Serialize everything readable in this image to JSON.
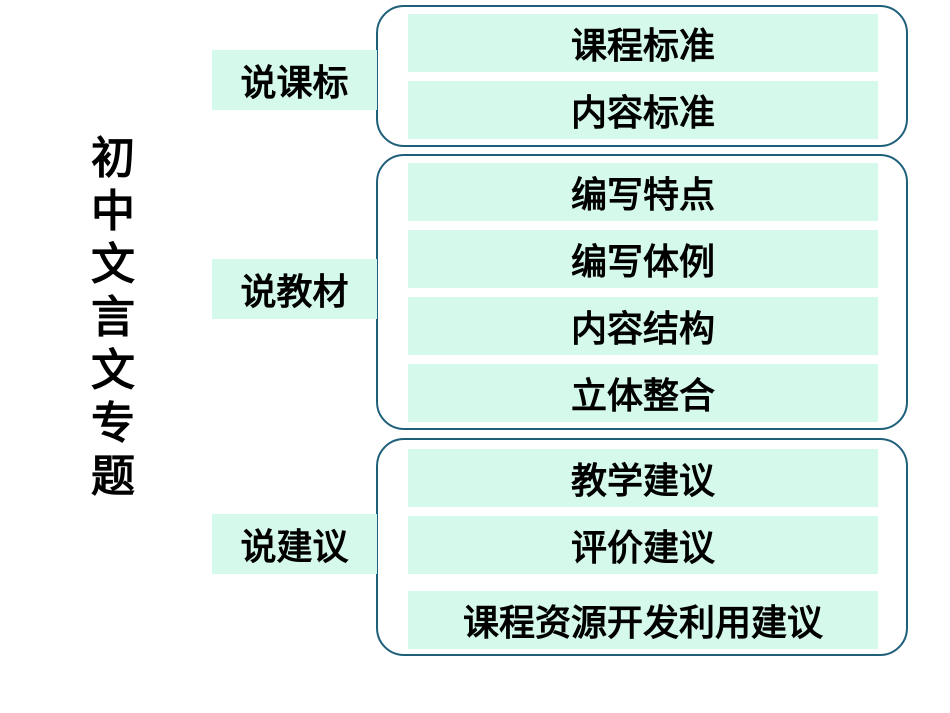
{
  "title": "初中文言文专题",
  "groups": [
    {
      "label": "说课标",
      "items": [
        "课程标准",
        "内容标准"
      ]
    },
    {
      "label": "说教材",
      "items": [
        "编写特点",
        "编写体例",
        "内容结构",
        "立体整合"
      ]
    },
    {
      "label": "说建议",
      "items": [
        "教学建议",
        "评价建议",
        "课程资源开发利用建议"
      ]
    }
  ],
  "colors": {
    "item_fill": "#d5f9ea",
    "box_border": "#1f5f7a"
  }
}
